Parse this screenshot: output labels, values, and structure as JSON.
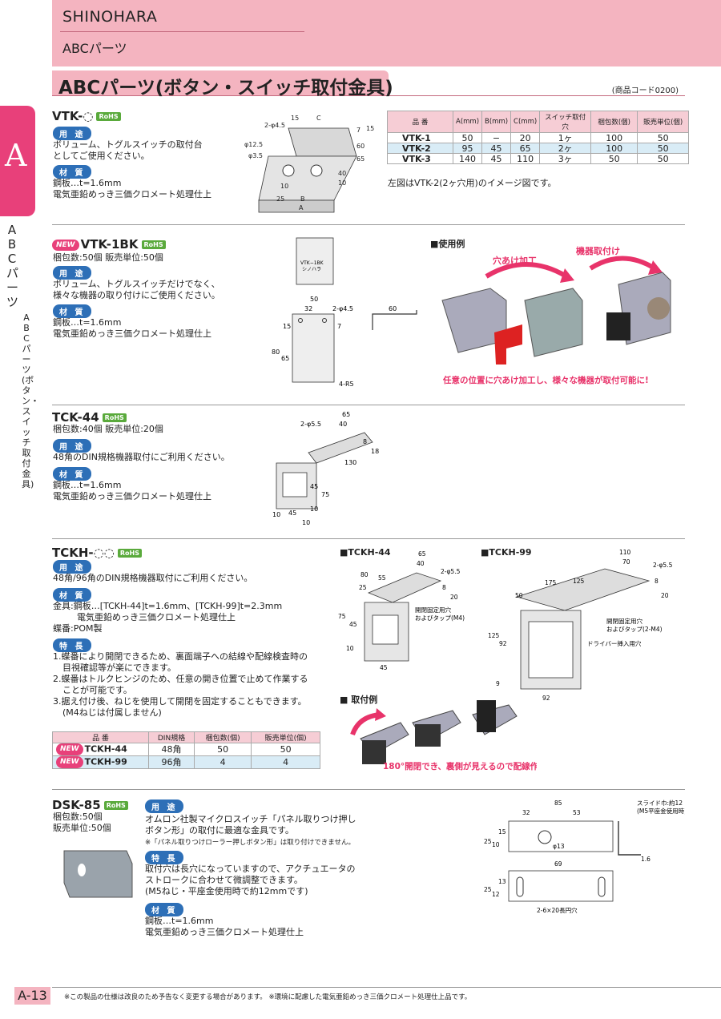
{
  "header": {
    "brand": "SHINOHARA",
    "category": "ABCパーツ"
  },
  "title": {
    "main": "ABCパーツ(ボタン・スイッチ取付金具)",
    "code": "(商品コード0200)"
  },
  "side": {
    "letter": "A",
    "cat": "ABCパーツ",
    "sub": "ABCパーツ(ボタン・スイッチ取付金具)"
  },
  "labels": {
    "use": "用 途",
    "material": "材 質",
    "feature": "特 長",
    "new": "NEW",
    "rohs": "RoHS"
  },
  "vtk": {
    "name": "VTK-",
    "blank": "◌",
    "use1": "ボリューム、トグルスイッチの取付台",
    "use2": "としてご使用ください。",
    "mat1": "鋼板…t=1.6mm",
    "mat2": "電気亜鉛めっき三価クロメート処理仕上",
    "note": "左図はVTK-2(2ヶ穴用)のイメージ図です。",
    "table": {
      "headers": [
        "品 番",
        "A(mm)",
        "B(mm)",
        "C(mm)",
        "スイッチ取付穴",
        "梱包数(個)",
        "販売単位(個)"
      ],
      "rows": [
        [
          "VTK-1",
          "50",
          "−",
          "20",
          "1ヶ",
          "100",
          "50"
        ],
        [
          "VTK-2",
          "95",
          "45",
          "65",
          "2ヶ",
          "100",
          "50"
        ],
        [
          "VTK-3",
          "140",
          "45",
          "110",
          "3ヶ",
          "50",
          "50"
        ]
      ]
    },
    "dims": {
      "hole1": "2-φ4.5",
      "hole2": "φ12.5",
      "hole3": "φ3.5",
      "d15": "15",
      "c": "C",
      "d7": "7",
      "d15b": "15",
      "d60": "60",
      "d65": "65",
      "d40": "40",
      "d10": "10",
      "d10b": "10",
      "d25": "25",
      "b": "B",
      "a": "A"
    }
  },
  "vtk1bk": {
    "name": "VTK-1BK",
    "pack": "梱包数:50個 販売単位:50個",
    "use1": "ボリューム、トグルスイッチだけでなく、",
    "use2": "様々な機器の取り付けにご使用ください。",
    "mat1": "鋼板…t=1.6mm",
    "mat2": "電気亜鉛めっき三価クロメート処理仕上",
    "stamp1": "VTK−1BK",
    "stamp2": "シノハラ",
    "dims": {
      "d50": "50",
      "d32": "32",
      "hole": "2-φ4.5",
      "d60": "60",
      "d15": "15",
      "d7": "7",
      "d80": "80",
      "d65": "65",
      "r": "4-R5"
    },
    "example": {
      "title": "■使用例",
      "step1": "穴あけ加工",
      "step2": "機器取付け",
      "caption": "任意の位置に穴あけ加工し、様々な機器が取付可能に!"
    }
  },
  "tck44": {
    "name": "TCK-44",
    "pack": "梱包数:40個 販売単位:20個",
    "use1": "48角のDIN規格機器取付にご利用ください。",
    "mat1": "鋼板…t=1.6mm",
    "mat2": "電気亜鉛めっき三価クロメート処理仕上",
    "dims": {
      "hole": "2-φ5.5",
      "d65": "65",
      "d40": "40",
      "d8": "8",
      "d18": "18",
      "d130": "130",
      "d75": "75",
      "d45": "45",
      "d10": "10",
      "d45b": "45",
      "d10b": "10",
      "d10c": "10"
    }
  },
  "tckh": {
    "name": "TCKH-",
    "blank": "◌◌",
    "use1": "48角/96角のDIN規格機器取付にご利用ください。",
    "mat1": "金具:鋼板…[TCKH-44]t=1.6mm、[TCKH-99]t=2.3mm",
    "mat2": "電気亜鉛めっき三価クロメート処理仕上",
    "mat3": "蝶番:POM製",
    "f1": "1.蝶番により開閉できるため、裏面端子への結線や配線検査時の",
    "f1b": "目視確認等が楽にできます。",
    "f2": "2.蝶番はトルクヒンジのため、任意の開き位置で止めて作業する",
    "f2b": "ことが可能です。",
    "f3": "3.据え付け後、ねじを使用して開閉を固定することもできます。",
    "f3b": "(M4ねじは付属しません)",
    "table": {
      "headers": [
        "品 番",
        "DIN規格",
        "梱包数(個)",
        "販売単位(個)"
      ],
      "rows": [
        [
          "TCKH-44",
          "48角",
          "50",
          "50"
        ],
        [
          "TCKH-99",
          "96角",
          "4",
          "4"
        ]
      ]
    },
    "d44": {
      "title": "■TCKH-44",
      "d65": "65",
      "d40": "40",
      "hole": "2-φ5.5",
      "d80": "80",
      "d55": "55",
      "d25": "25",
      "d8": "8",
      "d20": "20",
      "n1": "開閉固定用穴",
      "n2": "およびタップ(M4)",
      "d75": "75",
      "d45": "45",
      "d10": "10",
      "d45b": "45"
    },
    "d99": {
      "title": "■TCKH-99",
      "d110": "110",
      "d70": "70",
      "hole": "2-φ5.5",
      "d175": "175",
      "d125": "125",
      "d50": "50",
      "d8": "8",
      "d20": "20",
      "n1": "開閉固定用穴",
      "n2": "およびタップ(2-M4)",
      "n3": "ドライバー挿入用穴",
      "d125b": "125",
      "d92": "92",
      "d9": "9",
      "d92b": "92"
    },
    "example": {
      "title": "■ 取付例",
      "caption": "180°開閉でき、裏側が見えるので配線作業がラクラク!"
    }
  },
  "dsk85": {
    "name": "DSK-85",
    "pack": "梱包数:50個",
    "unit": "販売単位:50個",
    "use1": "オムロン社製マイクロスイッチ「パネル取りつけ押し",
    "use2": "ボタン形」の取付に最適な金具です。",
    "note": "※「パネル取りつけローラー押しボタン形」は取り付けできません。",
    "f1": "取付穴は長穴になっていますので、アクチュエータの",
    "f2": "ストロークに合わせて微調整できます。",
    "f3": "(M5ねじ・平座金使用時で約12mmです)",
    "mat1": "鋼板…t=1.6mm",
    "mat2": "電気亜鉛めっき三価クロメート処理仕上",
    "dims": {
      "d85": "85",
      "d32": "32",
      "d53": "53",
      "slide": "スライド巾:約12",
      "slide2": "(M5平座金使用時)",
      "d25": "25",
      "d10": "10",
      "d15": "15",
      "phi": "φ13",
      "d16": "1.6",
      "d69": "69",
      "d25b": "25",
      "d12": "12",
      "d13": "13",
      "slot": "2-6×20長円穴"
    }
  },
  "footer": {
    "page": "A-13",
    "note": "※この製品の仕様は改良のため予告なく変更する場合があります。 ※環境に配慮した電気亜鉛めっき三価クロメート処理仕上品です。"
  }
}
